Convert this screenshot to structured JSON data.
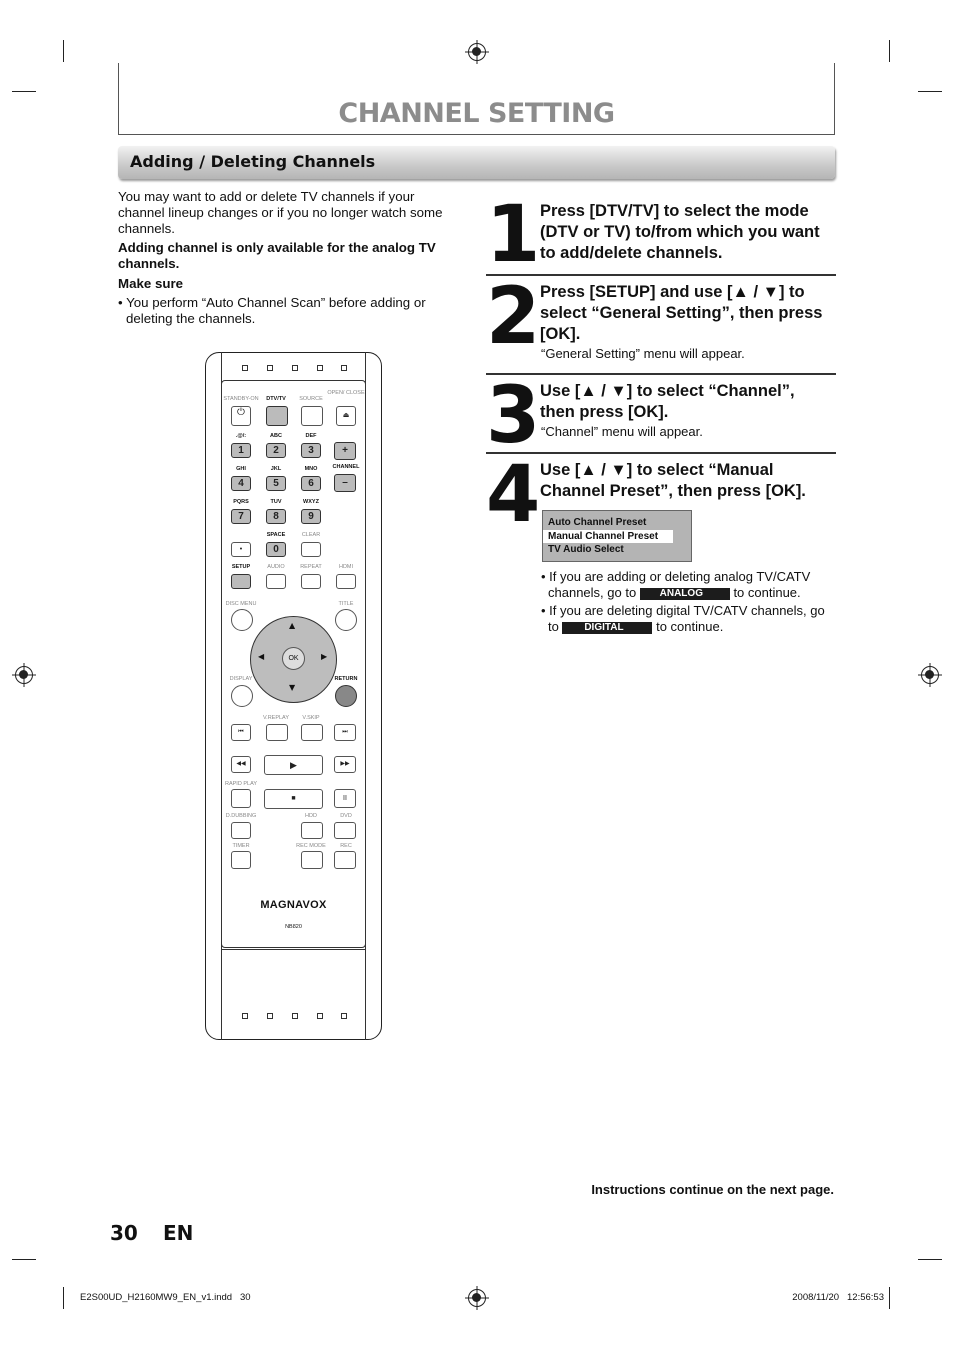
{
  "page": {
    "title": "CHANNEL SETTING",
    "section": "Adding / Deleting Channels"
  },
  "intro": {
    "p1": "You may want to add or delete TV channels if your channel lineup changes or if you no longer watch some channels.",
    "p2": "Adding channel is only available for the analog TV channels.",
    "make_sure": "Make sure",
    "bullet": "You perform “Auto Channel Scan” before adding or deleting the channels."
  },
  "steps": [
    {
      "num": "1",
      "text": "Press [DTV/TV] to select the mode (DTV or TV) to/from which you want to add/delete channels.",
      "note": ""
    },
    {
      "num": "2",
      "text": "Press [SETUP] and use [▲ / ▼] to select “General Setting”, then press [OK].",
      "note": "“General Setting” menu will appear."
    },
    {
      "num": "3",
      "text": "Use [▲ / ▼] to select “Channel”, then press [OK].",
      "note": "“Channel” menu will appear."
    },
    {
      "num": "4",
      "text": "Use [▲ / ▼] to select “Manual Channel Preset”, then press [OK].",
      "note": ""
    }
  ],
  "menu": {
    "items": [
      "Auto Channel Preset",
      "Manual Channel Preset",
      "TV Audio Select"
    ],
    "selected": "Manual Channel Preset"
  },
  "bullets": {
    "analog_pre": "If you are adding or deleting analog TV/CATV channels, go to",
    "analog_badge": "ANALOG",
    "analog_post": "to continue.",
    "digital_pre": "If you are deleting digital TV/CATV channels, go to",
    "digital_badge": "DIGITAL",
    "digital_post": "to continue."
  },
  "continue_note": "Instructions continue on the next page.",
  "page_number": "30",
  "lang": "EN",
  "footer": {
    "file": "E2S00UD_H2160MW9_EN_v1.indd   30",
    "datetime": "2008/11/20   12:56:53"
  },
  "remote": {
    "brand": "MAGNAVOX",
    "model": "NB820",
    "labels": {
      "standby": "STANDBY-ON",
      "dtvtv": "DTV/TV",
      "source": "SOURCE",
      "open_close": "OPEN/ CLOSE",
      "k1": ".@/:",
      "k2": "ABC",
      "k3": "DEF",
      "k4": "GHI",
      "k5": "JKL",
      "k6": "MNO",
      "k7": "PQRS",
      "k8": "TUV",
      "k9": "WXYZ",
      "space": "SPACE",
      "clear": "CLEAR",
      "channel": "CHANNEL",
      "setup": "SETUP",
      "audio": "AUDIO",
      "repeat": "REPEAT",
      "hdmi": "HDMI",
      "disc_menu": "DISC MENU",
      "title": "TITLE",
      "display": "DISPLAY",
      "return": "RETURN",
      "vreplay": "V.REPLAY",
      "vskip": "V.SKIP",
      "rapid_play": "RAPID PLAY",
      "dubbing": "D.DUBBING",
      "hdd": "HDD",
      "dvd": "DVD",
      "timer": "TIMER",
      "rec_mode": "REC MODE",
      "rec": "REC",
      "ok": "OK"
    },
    "digits": [
      "1",
      "2",
      "3",
      "4",
      "5",
      "6",
      "7",
      "8",
      "9",
      "0"
    ],
    "dot": "•",
    "plus": "+",
    "minus": "–"
  }
}
